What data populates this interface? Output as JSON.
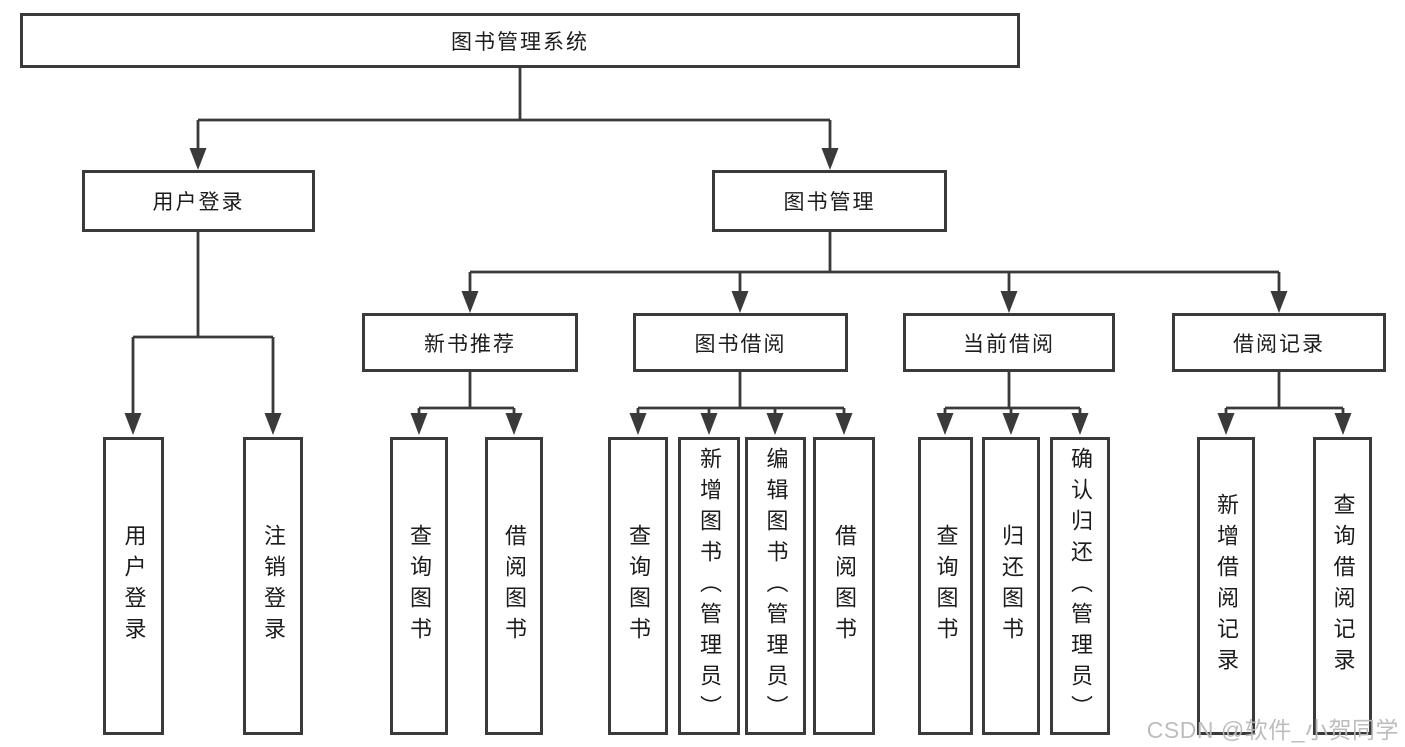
{
  "diagram": {
    "root_label": "图书管理系统",
    "user_login": {
      "label": "用户登录",
      "children": [
        "用户登录",
        "注销登录"
      ]
    },
    "book_management": {
      "label": "图书管理",
      "new_book": {
        "label": "新书推荐",
        "children": [
          "查询图书",
          "借阅图书"
        ]
      },
      "book_borrow": {
        "label": "图书借阅",
        "children": [
          "查询图书",
          "新增图书（管理员）",
          "编辑图书（管理员）",
          "借阅图书"
        ]
      },
      "current_borrow": {
        "label": "当前借阅",
        "children": [
          "查询图书",
          "归还图书",
          "确认归还（管理员）"
        ]
      },
      "borrow_record": {
        "label": "借阅记录",
        "children": [
          "新增借阅记录",
          "查询借阅记录"
        ]
      }
    }
  },
  "watermark": {
    "text": "CSDN @软件_小贺同学"
  },
  "colors": {
    "line": "#3a3a3a",
    "box_border": "#3a3a3a",
    "text": "#1c1c1c",
    "watermark": "#b9b9b9",
    "background": "#ffffff"
  }
}
